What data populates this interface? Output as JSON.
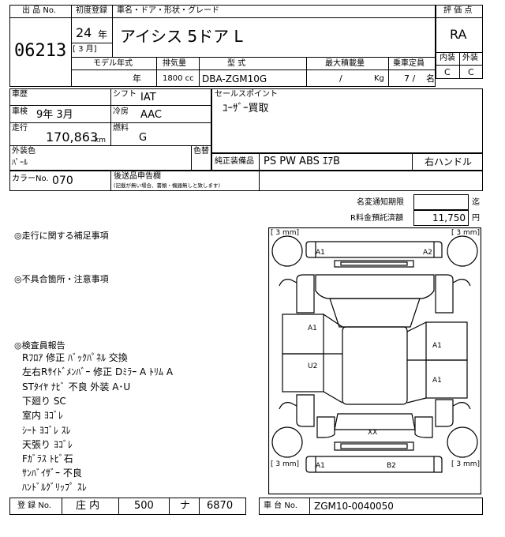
{
  "header": {
    "lot_label": "出 品 No.",
    "lot_no": "06213",
    "first_reg_label": "初度登録",
    "car_label": "車名・ドア・形状・グレード",
    "year_value": "24",
    "year_unit": "年",
    "month_value": "[ 3 月]",
    "car_name": "アイシス 5ドア L",
    "eval_label": "評 価 点",
    "eval_value": "RA",
    "interior_label": "内装",
    "exterior_label": "外装",
    "interior_value": "C",
    "exterior_value": "C"
  },
  "spec_headers": {
    "model_year": "モデル年式",
    "displacement": "排気量",
    "type": "型 式",
    "max_load": "最大積載量",
    "capacity": "乗車定員"
  },
  "spec_values": {
    "model_year": "年",
    "displacement": "1800 cc",
    "type": "DBA-ZGM10G",
    "max_load_sep": "/",
    "max_load_unit": "Kg",
    "capacity": "7 /",
    "capacity_unit": "名"
  },
  "details": {
    "history_label": "車歴",
    "shaken_label": "車検",
    "shaken_value": "9年 3月",
    "mileage_label": "走行",
    "mileage_value": "170,863",
    "mileage_unit": "km",
    "shift_label": "シフト",
    "shift_value": "IAT",
    "ac_label": "冷房",
    "ac_value": "AAC",
    "fuel_label": "燃料",
    "fuel_value": "G",
    "sales_label": "セールスポイント",
    "sales_value": "ﾕｰｻﾞｰ買取",
    "color_label": "外装色",
    "color_value": "ﾊﾟｰﾙ",
    "color_change_label": "色替",
    "equip_label": "純正装備品",
    "equip_value": "PS PW ABS ｴｱB",
    "handle": "右ハンドル",
    "color_no_label": "カラーNo.",
    "color_no_value": "070",
    "aftermarket_label": "後送品申告欄",
    "aftermarket_note": "(記載が無い場合、書類・機器無しと致します)"
  },
  "fees": {
    "deadline_label": "名変通知期限",
    "deadline_unit": "迄",
    "recycle_label": "R料金預託済額",
    "recycle_value": "11,750",
    "recycle_unit": "円"
  },
  "notes": {
    "driving_label": "◎走行に関する補足事項",
    "defect_label": "◎不具合箇所・注意事項",
    "inspector_label": "◎検査員報告",
    "lines": [
      "Rﾌﾛｱ 修正 ﾊﾞｯｸﾊﾟﾈﾙ 交換",
      "左右Rｻｲﾄﾞﾒﾝﾊﾞｰ 修正 Dﾐﾗｰ A ﾄﾘﾑ A",
      "STﾀｲﾔ ﾅﾋﾞ 不良 外装 A･U",
      "下廻り SC",
      "室内 ﾖｺﾞﾚ",
      "ｼｰﾄ ﾖｺﾞﾚ ｽﾚ",
      "天張り ﾖｺﾞﾚ",
      "Fｶﾞﾗｽ ﾄﾋﾞ石",
      "ｻﾝﾊﾞｲｻﾞｰ 不良",
      "ﾊﾝﾄﾞﾙｸﾞﾘｯﾌﾟ ｽﾚ"
    ]
  },
  "diagram": {
    "tire_fl": "[ 3 mm]",
    "tire_fr": "[ 3 mm]",
    "tire_rl": "[ 3 mm]",
    "tire_rr": "[ 3 mm]",
    "front_left": "A1",
    "front_right": "A2",
    "left_front_door": "A1",
    "left_rear_door": "U2",
    "right_front_door": "A1",
    "right_rear_door": "A1",
    "rear_center": "XX",
    "rear_left": "A1",
    "rear_bumper": "B2"
  },
  "footer": {
    "reg_label": "登 録 No.",
    "reg_area": "庄 内",
    "reg_class": "500",
    "reg_kana": "ナ",
    "reg_number": "6870",
    "chassis_label": "車 台 No.",
    "chassis_value": "ZGM10-0040050"
  }
}
